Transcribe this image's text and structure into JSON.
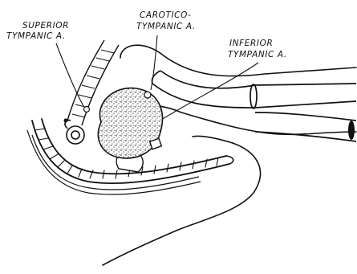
{
  "labels": {
    "superior_line1": "SUPERIOR",
    "superior_line2": "TYMPANIC A.",
    "carotico_line1": "CAROTICO-",
    "carotico_line2": "TYMPANIC A.",
    "inferior_line1": "INFERIOR",
    "inferior_line2": "TYMPANIC A."
  }
}
